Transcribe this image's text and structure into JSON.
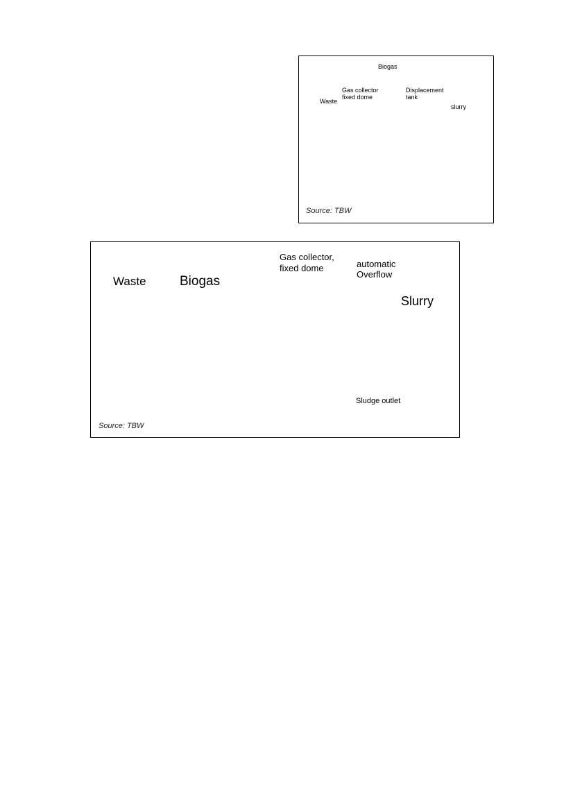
{
  "figure_top": {
    "labels": {
      "biogas": "Biogas",
      "gas_collector_line1": "Gas collector",
      "gas_collector_line2": "fixed dome",
      "waste": "Waste",
      "displacement_line1": "Displacement",
      "displacement_line2": "tank",
      "slurry": "slurry"
    },
    "source": "Source: TBW"
  },
  "figure_bottom": {
    "labels": {
      "waste": "Waste",
      "biogas": "Biogas",
      "gas_collector_line1": "Gas collector,",
      "gas_collector_line2": "fixed dome",
      "overflow_line1": "automatic",
      "overflow_line2": "Overflow",
      "slurry": "Slurry",
      "sludge_outlet": "Sludge outlet"
    },
    "source": "Source: TBW"
  },
  "colors": {
    "fill": "#6a6a6a",
    "speck1": "#5a2a6a",
    "speck2": "#2f5a3a"
  }
}
